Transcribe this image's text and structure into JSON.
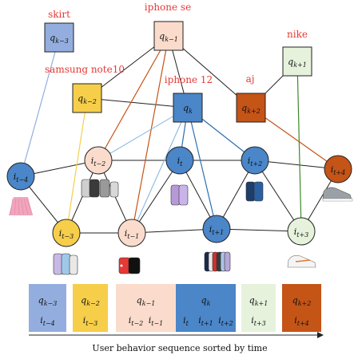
{
  "colors": {
    "blue": "#4a86c8",
    "blue_light": "#93aede",
    "yellow": "#f6ce4a",
    "peach": "#fbdccc",
    "green_light": "#e6f2dc",
    "orange": "#c55417",
    "white": "#ffffff",
    "red_text": "#e53935"
  },
  "queries": [
    {
      "id": "q_k-3",
      "base": "q",
      "sub": "k−3",
      "name": "skirt",
      "color": "#93aede"
    },
    {
      "id": "q_k-1",
      "base": "q",
      "sub": "k−1",
      "name": "iphone se",
      "color": "#fbdccc"
    },
    {
      "id": "q_k-2",
      "base": "q",
      "sub": "k−2",
      "name": "samsung note10",
      "color": "#f6ce4a"
    },
    {
      "id": "q_k",
      "base": "q",
      "sub": "k",
      "name": "iphone 12",
      "color": "#4a86c8"
    },
    {
      "id": "q_k+2",
      "base": "q",
      "sub": "k+2",
      "name": "aj",
      "color": "#c55417"
    },
    {
      "id": "q_k+1",
      "base": "q",
      "sub": "k+1",
      "name": "nike",
      "color": "#e6f2dc"
    }
  ],
  "items": [
    {
      "id": "i_t-4",
      "base": "i",
      "sub": "t−4",
      "color": "#4a86c8",
      "thumb": "skirt-thumbnail"
    },
    {
      "id": "i_t-2",
      "base": "i",
      "sub": "t−2",
      "color": "#fbdccc",
      "thumb": "phones-thumbnail"
    },
    {
      "id": "i_t",
      "base": "i",
      "sub": "t",
      "color": "#4a86c8",
      "thumb": "iphone-purple-thumbnail"
    },
    {
      "id": "i_t+2",
      "base": "i",
      "sub": "t+2",
      "color": "#4a86c8",
      "thumb": "iphone-blue-thumbnail"
    },
    {
      "id": "i_t+4",
      "base": "i",
      "sub": "t+4",
      "color": "#c55417",
      "thumb": "sneaker-thumbnail"
    },
    {
      "id": "i_t-3",
      "base": "i",
      "sub": "t−3",
      "color": "#f6ce4a",
      "thumb": "galaxy-thumbnail"
    },
    {
      "id": "i_t-1",
      "base": "i",
      "sub": "t−1",
      "color": "#fbdccc",
      "thumb": "iphone-red-thumbnail"
    },
    {
      "id": "i_t+1",
      "base": "i",
      "sub": "t+1",
      "color": "#4a86c8",
      "thumb": "iphone-colors-thumbnail"
    },
    {
      "id": "i_t+3",
      "base": "i",
      "sub": "t+3",
      "color": "#e6f2dc",
      "thumb": "sneaker-white-thumbnail"
    }
  ],
  "sequence": [
    {
      "q": {
        "base": "q",
        "sub": "k−3"
      },
      "items": [
        {
          "base": "i",
          "sub": "t−4"
        }
      ],
      "color": "#93aede"
    },
    {
      "q": {
        "base": "q",
        "sub": "k−2"
      },
      "items": [
        {
          "base": "i",
          "sub": "t−3"
        }
      ],
      "color": "#f6ce4a"
    },
    {
      "q": {
        "base": "q",
        "sub": "k−1"
      },
      "items": [
        {
          "base": "i",
          "sub": "t−2"
        },
        {
          "base": "i",
          "sub": "t−1"
        }
      ],
      "color": "#fbdccc"
    },
    {
      "q": {
        "base": "q",
        "sub": "k"
      },
      "items": [
        {
          "base": "i",
          "sub": "t"
        },
        {
          "base": "i",
          "sub": "t+1"
        },
        {
          "base": "i",
          "sub": "t+2"
        }
      ],
      "color": "#4a86c8"
    },
    {
      "q": {
        "base": "q",
        "sub": "k+1"
      },
      "items": [
        {
          "base": "i",
          "sub": "t+3"
        }
      ],
      "color": "#e6f2dc"
    },
    {
      "q": {
        "base": "q",
        "sub": "k+2"
      },
      "items": [
        {
          "base": "i",
          "sub": "t+4"
        }
      ],
      "color": "#c55417"
    }
  ],
  "caption": "User behavior sequence sorted by time"
}
